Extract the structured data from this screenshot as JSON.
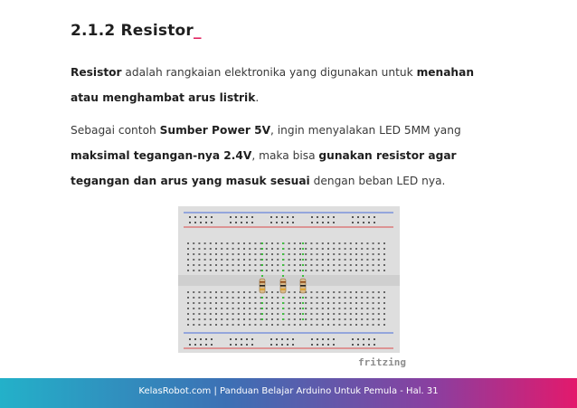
{
  "heading": {
    "text": "2.1.2 Resistor",
    "cursor": "_"
  },
  "paragraph1": {
    "term": "Resistor",
    "text1": " adalah rangkaian elektronika yang digunakan untuk ",
    "emph1": "menahan atau menghambat arus listrik",
    "end": "."
  },
  "paragraph2": {
    "text1": "Sebagai contoh ",
    "emph1": "Sumber Power 5V",
    "text2": ", ingin menyalakan LED 5MM yang ",
    "emph2": "maksimal tegangan-nya 2.4V",
    "text3": ", maka bisa ",
    "emph3": "gunakan resistor agar tegangan dan arus yang masuk sesuai",
    "text4": " dengan beban LED nya."
  },
  "figure": {
    "watermark": "fritzing"
  },
  "footer": {
    "text": "KelasRobot.com | Panduan Belajar Arduino Untuk Pemula - Hal. 31"
  },
  "colors": {
    "accent": "#e0215f",
    "rail_red": "#d94a4a",
    "rail_blue": "#4a6fd9",
    "wire_green": "#3fbf3f"
  }
}
